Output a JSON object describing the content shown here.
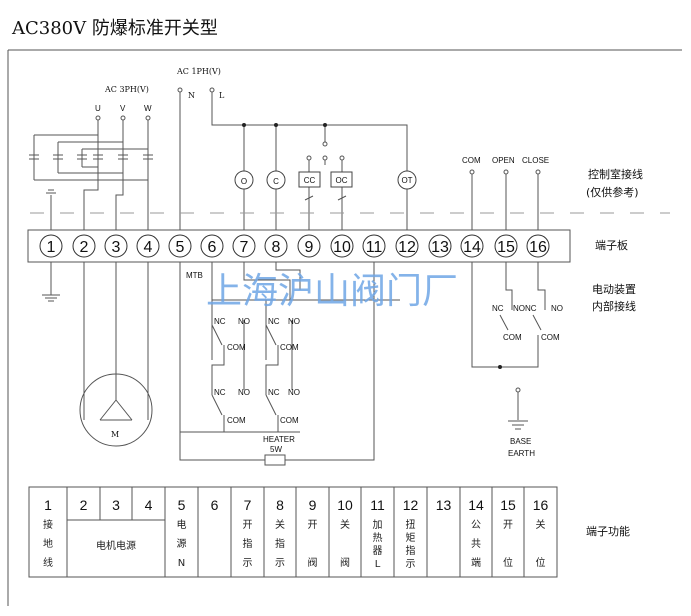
{
  "title": "AC380V 防爆标准开关型",
  "power": {
    "ac3ph": "AC 3PH(V)",
    "u": "U",
    "v": "V",
    "w": "W",
    "ac1ph": "AC 1PH(V)",
    "n": "N",
    "l": "L"
  },
  "indicators": {
    "open_lamp": "O",
    "close_lamp": "C",
    "cc": "CC",
    "oc": "OC",
    "ot": "OT"
  },
  "outputs": {
    "com": "COM",
    "open": "OPEN",
    "close": "CLOSE"
  },
  "side_labels": {
    "control_room": "控制室接线",
    "reference": "(仅供参考)",
    "terminal_board": "端子板",
    "internal1": "电动装置",
    "internal2": "内部接线",
    "function": "端子功能"
  },
  "terminals": [
    "1",
    "2",
    "3",
    "4",
    "5",
    "6",
    "7",
    "8",
    "9",
    "10",
    "11",
    "12",
    "13",
    "14",
    "15",
    "16"
  ],
  "internal": {
    "mtb": "MTB",
    "nc": "NC",
    "no": "NO",
    "com": "COM",
    "heater": "HEATER",
    "heater_w": "5W",
    "motor": "M",
    "base": "BASE",
    "earth": "EARTH"
  },
  "watermark": "上海沪山阀门厂",
  "table": {
    "nums": [
      "1",
      "2",
      "3",
      "4",
      "5",
      "6",
      "7",
      "8",
      "9",
      "10",
      "11",
      "12",
      "13",
      "14",
      "15",
      "16"
    ],
    "c1": [
      "接",
      "地",
      "线"
    ],
    "motor": "电机电源",
    "c5": [
      "电",
      "源",
      "N"
    ],
    "c7": [
      "开",
      "指",
      "示"
    ],
    "c8": [
      "关",
      "指",
      "示"
    ],
    "c9": [
      "开",
      "阀"
    ],
    "c10": [
      "关",
      "阀"
    ],
    "c11": [
      "加",
      "热",
      "器",
      "L"
    ],
    "c12": [
      "扭",
      "矩",
      "指",
      "示"
    ],
    "c14": [
      "公",
      "共",
      "端"
    ],
    "c15": [
      "开",
      "位"
    ],
    "c16": [
      "关",
      "位"
    ]
  }
}
